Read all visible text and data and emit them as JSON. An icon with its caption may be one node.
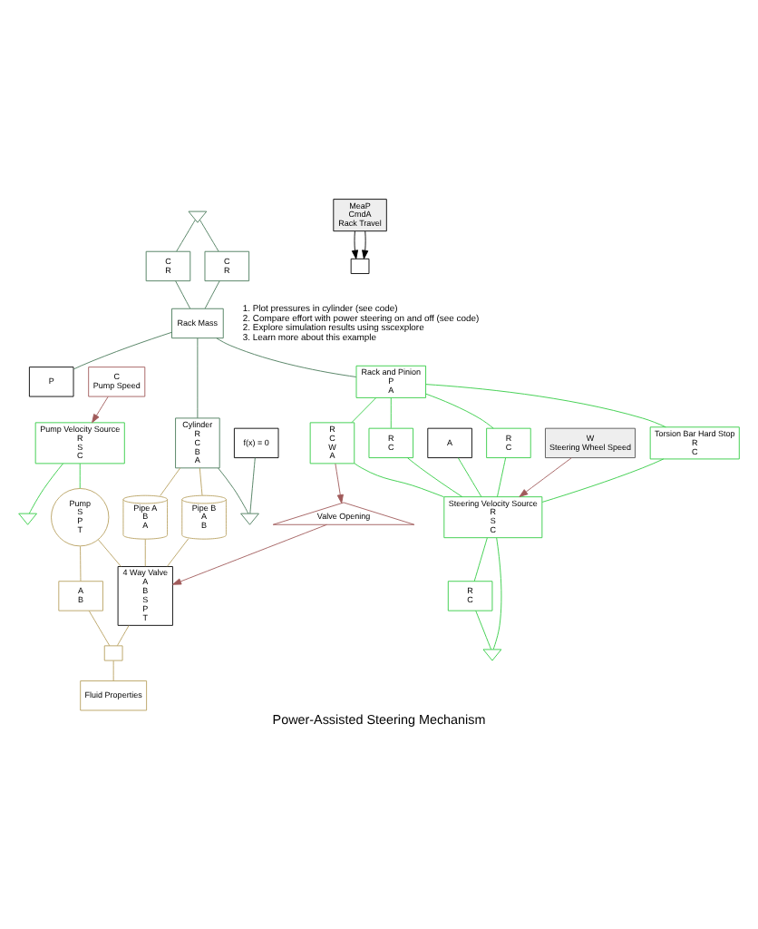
{
  "diagram": {
    "title": "Power-Assisted Steering Mechanism",
    "nodes": [
      {
        "text": [],
        "shape": "ground"
      },
      {
        "text": [
          "C",
          "R"
        ]
      },
      {
        "text": [
          "C",
          "R"
        ]
      },
      {
        "text": [
          "Rack Mass"
        ]
      },
      {
        "text": [
          "P"
        ]
      },
      {
        "text": [
          "Cylinder",
          "R",
          "C",
          "B",
          "A"
        ]
      },
      {
        "text": [],
        "shape": "ground"
      },
      {
        "text": [
          "f(x) = 0"
        ]
      },
      {
        "text": [
          "Rack and Pinion",
          "P",
          "A"
        ]
      },
      {
        "text": [
          "Pipe A",
          "B",
          "A"
        ]
      },
      {
        "text": [
          "Pipe B",
          "A",
          "B"
        ]
      },
      {
        "text": [
          "4 Way Valve",
          "A",
          "B",
          "S",
          "P",
          "T"
        ]
      },
      {
        "text": [
          "Torsion Bar Hard Stop",
          "R",
          "C"
        ]
      },
      {
        "text": [
          "R",
          "C"
        ]
      },
      {
        "text": [
          "R",
          "C"
        ]
      },
      {
        "text": [
          "R",
          "C",
          "W",
          "A"
        ]
      },
      {
        "text": [
          "Valve Opening"
        ]
      },
      {
        "text": [
          "A"
        ]
      },
      {
        "text": [
          "Steering Velocity Source",
          "R",
          "S",
          "C"
        ]
      },
      {
        "text": [
          "R",
          "C"
        ]
      },
      {
        "text": [],
        "shape": "ground"
      },
      {
        "text": [
          "W",
          "Steering Wheel Speed"
        ]
      },
      {
        "text": [
          "Pump",
          "S",
          "P",
          "T"
        ]
      },
      {
        "text": [
          "A",
          "B"
        ]
      },
      {
        "text": [],
        "shape": "tank"
      },
      {
        "text": [
          "Fluid Properties"
        ]
      },
      {
        "text": [
          "Pump Velocity Source",
          "R",
          "S",
          "C"
        ]
      },
      {
        "text": [],
        "shape": "ground"
      },
      {
        "text": [
          "C",
          "Pump Speed"
        ]
      },
      {
        "text": [
          "MeaP",
          "CmdA",
          "Rack Travel"
        ]
      },
      {
        "text": [],
        "shape": "box"
      }
    ],
    "edges": [
      {
        "from": 0,
        "to": 1,
        "arrow": "none",
        "color": "#4a7a5a"
      },
      {
        "from": 0,
        "to": 2,
        "arrow": "none",
        "color": "#4a7a5a"
      },
      {
        "from": 1,
        "to": 3,
        "arrow": "none",
        "color": "#4a7a5a"
      },
      {
        "from": 2,
        "to": 3,
        "arrow": "none",
        "color": "#4a7a5a"
      },
      {
        "from": 3,
        "to": 4,
        "arrow": "none",
        "color": "#4a7a5a"
      },
      {
        "from": 3,
        "to": 8,
        "arrow": "none",
        "color": "#4a7a5a"
      },
      {
        "from": 3,
        "to": 5,
        "arrow": "none",
        "color": "#4a7a5a"
      },
      {
        "from": 5,
        "to": 6,
        "arrow": "none",
        "color": "#4a7a5a"
      },
      {
        "from": 7,
        "to": 6,
        "arrow": "none",
        "color": "#4a7a5a"
      },
      {
        "from": 5,
        "to": 9,
        "arrow": "none",
        "color": "#b8a060"
      },
      {
        "from": 5,
        "to": 10,
        "arrow": "none",
        "color": "#b8a060"
      },
      {
        "from": 9,
        "to": 11,
        "arrow": "none",
        "color": "#b8a060"
      },
      {
        "from": 10,
        "to": 11,
        "arrow": "none",
        "color": "#b8a060"
      },
      {
        "from": 8,
        "to": 12,
        "arrow": "none",
        "color": "#33cc44"
      },
      {
        "from": 8,
        "to": 13,
        "arrow": "none",
        "color": "#33cc44"
      },
      {
        "from": 8,
        "to": 14,
        "arrow": "none",
        "color": "#33cc44"
      },
      {
        "from": 8,
        "to": 15,
        "arrow": "none",
        "color": "#33cc44"
      },
      {
        "from": 12,
        "to": 18,
        "arrow": "none",
        "color": "#33cc44"
      },
      {
        "from": 13,
        "to": 18,
        "arrow": "none",
        "color": "#33cc44"
      },
      {
        "from": 14,
        "to": 18,
        "arrow": "none",
        "color": "#33cc44"
      },
      {
        "from": 15,
        "to": 18,
        "arrow": "none",
        "color": "#33cc44"
      },
      {
        "from": 17,
        "to": 18,
        "arrow": "none",
        "color": "#33cc44"
      },
      {
        "from": 18,
        "to": 19,
        "arrow": "none",
        "color": "#33cc44"
      },
      {
        "from": 18,
        "to": 20,
        "arrow": "none",
        "color": "#33cc44"
      },
      {
        "from": 19,
        "to": 20,
        "arrow": "none",
        "color": "#33cc44"
      },
      {
        "from": 15,
        "to": 16,
        "arrow": "to",
        "color": "#a05a5a"
      },
      {
        "from": 16,
        "to": 11,
        "arrow": "to",
        "color": "#a05a5a"
      },
      {
        "from": 21,
        "to": 18,
        "arrow": "to",
        "color": "#a05a5a"
      },
      {
        "from": 22,
        "to": 11,
        "arrow": "none",
        "color": "#b8a060"
      },
      {
        "from": 22,
        "to": 23,
        "arrow": "none",
        "color": "#b8a060"
      },
      {
        "from": 23,
        "to": 24,
        "arrow": "none",
        "color": "#b8a060"
      },
      {
        "from": 11,
        "to": 24,
        "arrow": "none",
        "color": "#b8a060"
      },
      {
        "from": 24,
        "to": 25,
        "arrow": "none",
        "color": "#b8a060"
      },
      {
        "from": 26,
        "to": 22,
        "arrow": "none",
        "color": "#33cc44"
      },
      {
        "from": 26,
        "to": 27,
        "arrow": "none",
        "color": "#33cc44"
      },
      {
        "from": 28,
        "to": 26,
        "arrow": "to",
        "color": "#a05a5a"
      },
      {
        "from": 29,
        "to": 30,
        "arrow": "to",
        "color": "#000000"
      },
      {
        "from": 29,
        "to": 30,
        "arrow": "to",
        "color": "#000000"
      }
    ],
    "labels": [
      "1. Plot pressures in cylinder (see code)",
      "2. Compare effort with power steering on and off (see code)",
      "2. Explore simulation results using sscexplore",
      "3. Learn more about this example"
    ]
  }
}
